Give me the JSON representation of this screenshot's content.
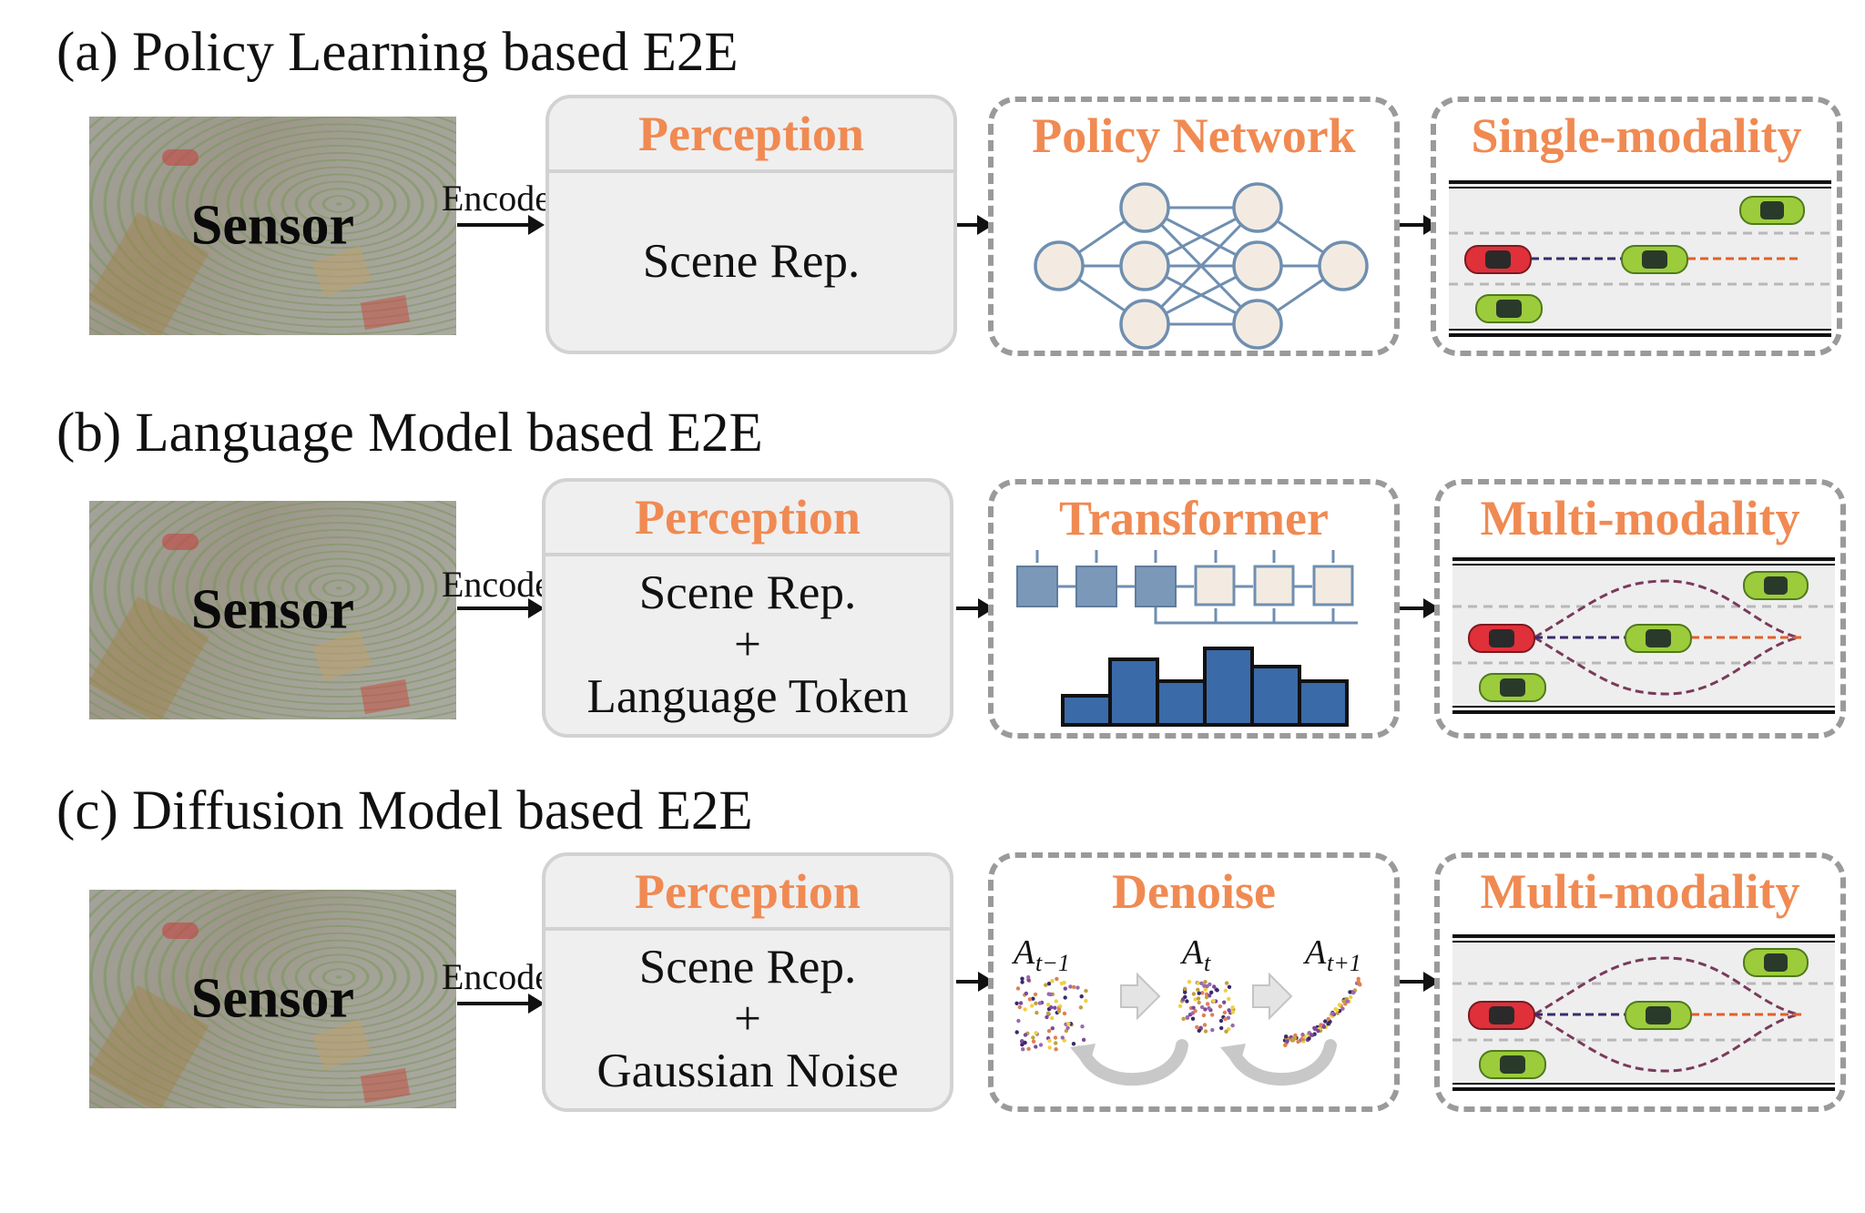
{
  "rows": [
    {
      "title": "(a) Policy Learning based E2E",
      "sensor_label": "Sensor",
      "encode_label": "Encode",
      "perception": {
        "header": "Perception",
        "body": [
          "Scene Rep."
        ]
      },
      "module": {
        "title": "Policy Network",
        "kind": "neural-network"
      },
      "output": {
        "title": "Single-modality"
      }
    },
    {
      "title": "(b) Language Model based E2E",
      "sensor_label": "Sensor",
      "encode_label": "Encode",
      "perception": {
        "header": "Perception",
        "body": [
          "Scene Rep.",
          "+",
          "Language Token"
        ]
      },
      "module": {
        "title": "Transformer",
        "kind": "transformer-with-histogram"
      },
      "output": {
        "title": "Multi-modality"
      }
    },
    {
      "title": "(c) Diffusion Model based E2E",
      "sensor_label": "Sensor",
      "encode_label": "Encode",
      "perception": {
        "header": "Perception",
        "body": [
          "Scene Rep.",
          "+",
          "Gaussian Noise"
        ]
      },
      "module": {
        "title": "Denoise",
        "kind": "denoise-steps",
        "step_labels": {
          "prev": "t−1",
          "curr": "t",
          "next": "t+1",
          "symbol": "A"
        }
      },
      "output": {
        "title": "Multi-modality"
      }
    }
  ],
  "colors": {
    "accent_orange": "#f08a52",
    "nn_node_fill": "#f3ebe1",
    "nn_stroke": "#6f8fb0",
    "transformer_blue": "#7b98b8",
    "histogram_blue": "#3a6aa8",
    "ego_car": "#e0303a",
    "other_car": "#9ccc3c",
    "trajectory_dark": "#3a2a6a",
    "trajectory_orange": "#e0602a"
  }
}
